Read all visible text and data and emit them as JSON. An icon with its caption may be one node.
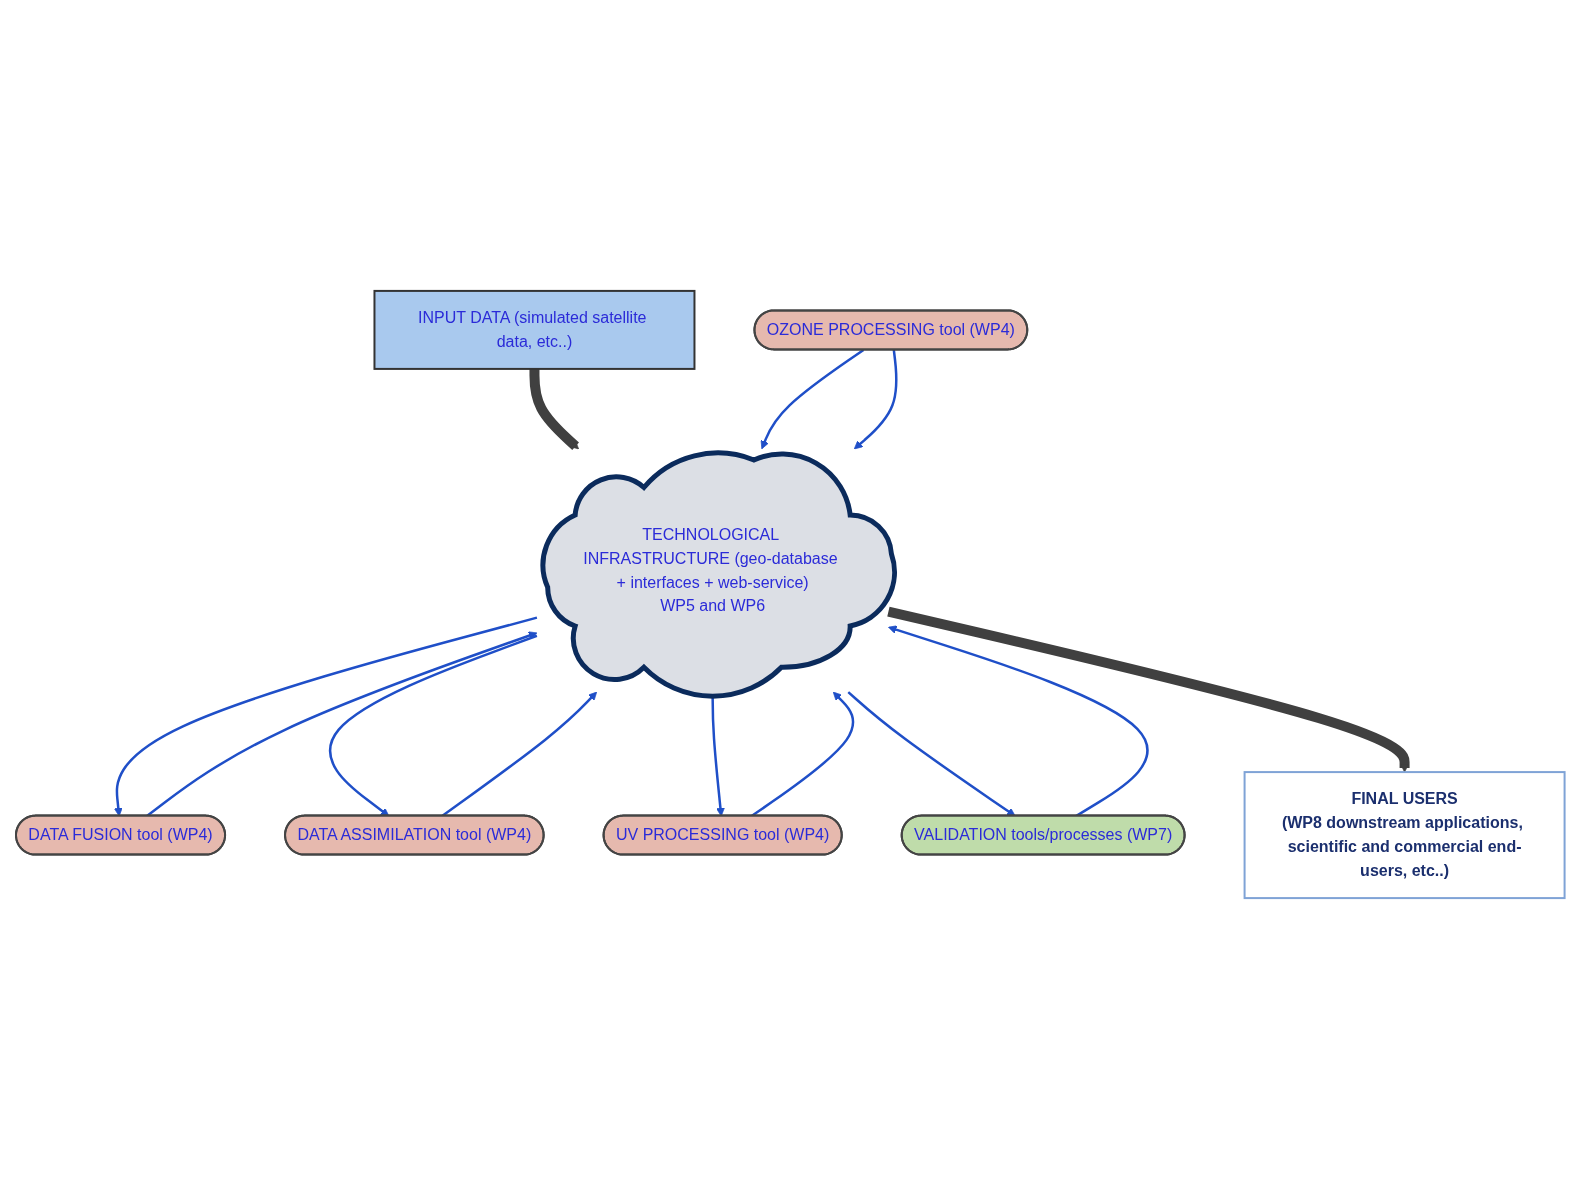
{
  "diagram": {
    "nodes": [
      {
        "text": [
          "TECHNOLOGICAL INFRASTRUCTURE (geo-database + interfaces + web-service)",
          "WP5 and WP6"
        ]
      },
      {
        "text": [
          "DATA FUSION tool (WP4)"
        ]
      },
      {
        "text": [
          "DATA ASSIMILATION tool (WP4)"
        ]
      },
      {
        "text": [
          "OZONE PROCESSING tool (WP4)"
        ]
      },
      {
        "text": [
          "INPUT DATA (simulated satellite data, etc..)"
        ]
      },
      {
        "text": [
          "UV PROCESSING tool (WP4)"
        ]
      },
      {
        "text": [
          "VALIDATION tools/processes (WP7)"
        ]
      },
      {
        "text": [
          "FINAL USERS",
          "(WP8 downstream applications, scientific and commercial end-users, etc..)"
        ]
      }
    ],
    "edges": [
      {
        "from": 4,
        "to": 0,
        "arrow": "to",
        "style": "thick",
        "color": "#404040"
      },
      {
        "from": 0,
        "to": 1,
        "arrow": "to"
      },
      {
        "from": 1,
        "to": 0,
        "arrow": "to"
      },
      {
        "from": 0,
        "to": 2,
        "arrow": "to"
      },
      {
        "from": 2,
        "to": 0,
        "arrow": "to"
      },
      {
        "from": 3,
        "to": 0,
        "arrow": "to"
      },
      {
        "from": 3,
        "to": 0,
        "arrow": "to"
      },
      {
        "from": 5,
        "to": 0,
        "arrow": "to"
      },
      {
        "from": 0,
        "to": 5,
        "arrow": "to"
      },
      {
        "from": 6,
        "to": 0,
        "arrow": "to"
      },
      {
        "from": 0,
        "to": 6,
        "arrow": "to"
      },
      {
        "from": 0,
        "to": 7,
        "arrow": "to",
        "style": "thick",
        "color": "#404040"
      }
    ]
  }
}
